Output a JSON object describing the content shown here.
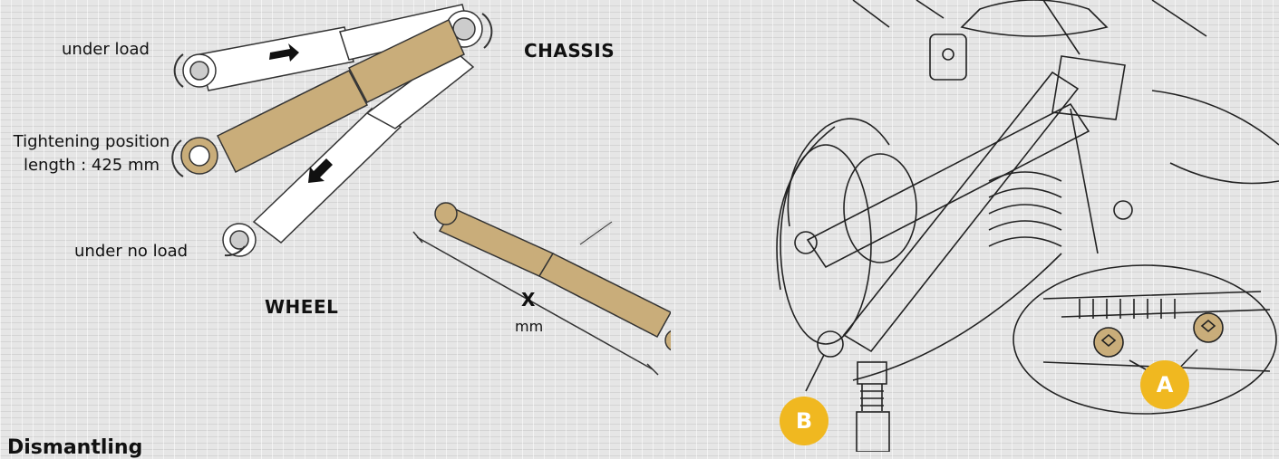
{
  "left_diagram": {
    "label_under_load": "under load",
    "label_tightening_line1": "Tightening position",
    "label_tightening_line2": "length : 425 mm",
    "label_under_no_load": "under no load",
    "label_chassis": "CHASSIS",
    "label_wheel": "WHEEL"
  },
  "measure_diagram": {
    "label_x": "X",
    "label_mm": "mm"
  },
  "suspension_diagram": {
    "callout_a": "A",
    "callout_b": "B"
  },
  "section_heading": "Dismantling",
  "colors": {
    "shock_body": "#c9ad7a",
    "badge": "#f0b820",
    "line": "#222222"
  }
}
